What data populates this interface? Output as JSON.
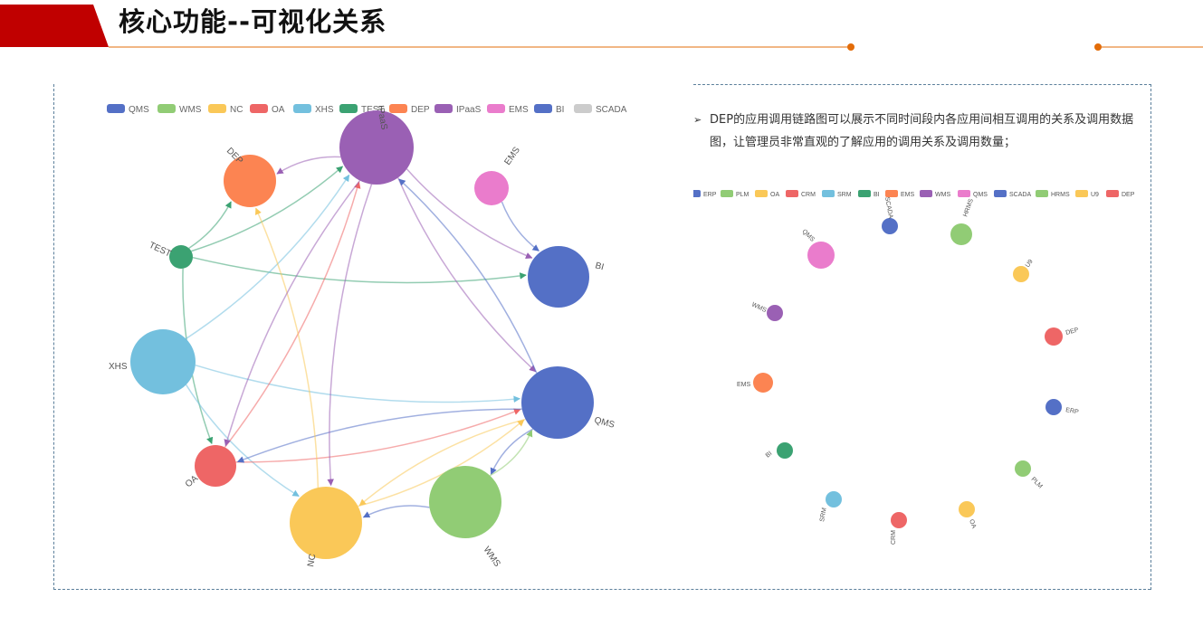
{
  "header": {
    "title": "核心功能--可视化关系",
    "accent": "#c00000",
    "line_color": "#e36c09"
  },
  "description": {
    "arrow_icon": "arrow-right-icon",
    "text": "DEP的应用调用链路图可以展示不同时间段内各应用间相互调用的关系及调用数据图，让管理员非常直观的了解应用的调用关系及调用数量；"
  },
  "left_graph": {
    "legend": [
      {
        "name": "QMS",
        "color": "#5470c6"
      },
      {
        "name": "WMS",
        "color": "#91cc75"
      },
      {
        "name": "NC",
        "color": "#fac858"
      },
      {
        "name": "OA",
        "color": "#ee6666"
      },
      {
        "name": "XHS",
        "color": "#73c0de"
      },
      {
        "name": "TEST",
        "color": "#3ba272"
      },
      {
        "name": "DEP",
        "color": "#fc8452"
      },
      {
        "name": "IPaaS",
        "color": "#9a60b4"
      },
      {
        "name": "EMS",
        "color": "#ea7ccc"
      },
      {
        "name": "BI",
        "color": "#5470c6"
      },
      {
        "name": "SCADA",
        "color": "#cccccc"
      }
    ],
    "nodes": [
      {
        "label": "IPaaS",
        "color": "#9a60b4"
      },
      {
        "label": "DEP",
        "color": "#fc8452"
      },
      {
        "label": "EMS",
        "color": "#ea7ccc"
      },
      {
        "label": "TEST",
        "color": "#3ba272"
      },
      {
        "label": "BI",
        "color": "#5470c6"
      },
      {
        "label": "XHS",
        "color": "#73c0de"
      },
      {
        "label": "QMS",
        "color": "#5470c6"
      },
      {
        "label": "OA",
        "color": "#ee6666"
      },
      {
        "label": "WMS",
        "color": "#91cc75"
      },
      {
        "label": "NC",
        "color": "#fac858"
      }
    ]
  },
  "right_graph": {
    "legend": [
      {
        "name": "ERP",
        "color": "#5470c6"
      },
      {
        "name": "PLM",
        "color": "#91cc75"
      },
      {
        "name": "OA",
        "color": "#fac858"
      },
      {
        "name": "CRM",
        "color": "#ee6666"
      },
      {
        "name": "SRM",
        "color": "#73c0de"
      },
      {
        "name": "BI",
        "color": "#3ba272"
      },
      {
        "name": "EMS",
        "color": "#fc8452"
      },
      {
        "name": "WMS",
        "color": "#9a60b4"
      },
      {
        "name": "QMS",
        "color": "#ea7ccc"
      },
      {
        "name": "SCADA",
        "color": "#5470c6"
      },
      {
        "name": "HRMS",
        "color": "#91cc75"
      },
      {
        "name": "U9",
        "color": "#fac858"
      },
      {
        "name": "DEP",
        "color": "#ee6666"
      }
    ],
    "nodes": [
      {
        "label": "SCADA",
        "color": "#5470c6"
      },
      {
        "label": "HRMS",
        "color": "#91cc75"
      },
      {
        "label": "QMS",
        "color": "#ea7ccc"
      },
      {
        "label": "U9",
        "color": "#fac858"
      },
      {
        "label": "WMS",
        "color": "#9a60b4"
      },
      {
        "label": "DEP",
        "color": "#ee6666"
      },
      {
        "label": "EMS",
        "color": "#fc8452"
      },
      {
        "label": "ERP",
        "color": "#5470c6"
      },
      {
        "label": "BI",
        "color": "#3ba272"
      },
      {
        "label": "PLM",
        "color": "#91cc75"
      },
      {
        "label": "SRM",
        "color": "#73c0de"
      },
      {
        "label": "OA",
        "color": "#fac858"
      },
      {
        "label": "CRM",
        "color": "#ee6666"
      }
    ]
  }
}
